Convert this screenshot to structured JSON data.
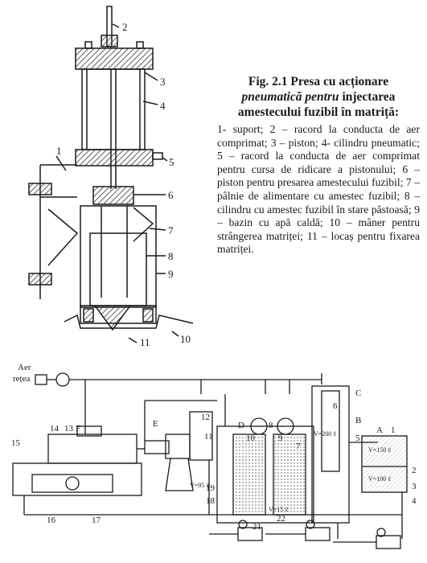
{
  "caption": {
    "fig_number": "Fig. 2.1",
    "title_part1": "Presa cu acționare",
    "title_italic": "pneumatică pentru",
    "title_part2": "injectarea amestecului fuzibil în matriță:",
    "description": "1- suport; 2 – racord la conducta de aer comprimat; 3 – piston; 4- cilindru pneumatic; 5 – racord la conducta de aer comprimat pentru cursa de ridicare a pistonului; 6 – piston pentru presarea amestecului fuzibil; 7 – pâlnie de alimentare cu amestec fuzibil; 8 – cilindru cu amestec fuzibil în stare păstoasă; 9 – bazin cu apă caldă; 10 – mâner pentru strângerea matriței; 11 – locaș pentru fixarea matriței."
  },
  "press_labels": [
    "1",
    "2",
    "3",
    "4",
    "5",
    "6",
    "7",
    "8",
    "9",
    "10",
    "11"
  ],
  "plant_labels": {
    "aer": "Aer",
    "retea": "rețea",
    "numbers": [
      "1",
      "2",
      "3",
      "4",
      "5",
      "6",
      "7",
      "8",
      "9",
      "10",
      "11",
      "12",
      "13",
      "14",
      "15",
      "16",
      "17",
      "18",
      "19",
      "21",
      "22"
    ],
    "letters": [
      "A",
      "B",
      "C",
      "D",
      "E",
      "F"
    ],
    "volume_labels": [
      "V=150 ℓ",
      "V=100 ℓ",
      "V=200 ℓ",
      "V=95 ℓ",
      "V=15 ℓ"
    ]
  },
  "colors": {
    "ink": "#1a1a1a",
    "hatch": "#333333",
    "paper": "#ffffff"
  }
}
